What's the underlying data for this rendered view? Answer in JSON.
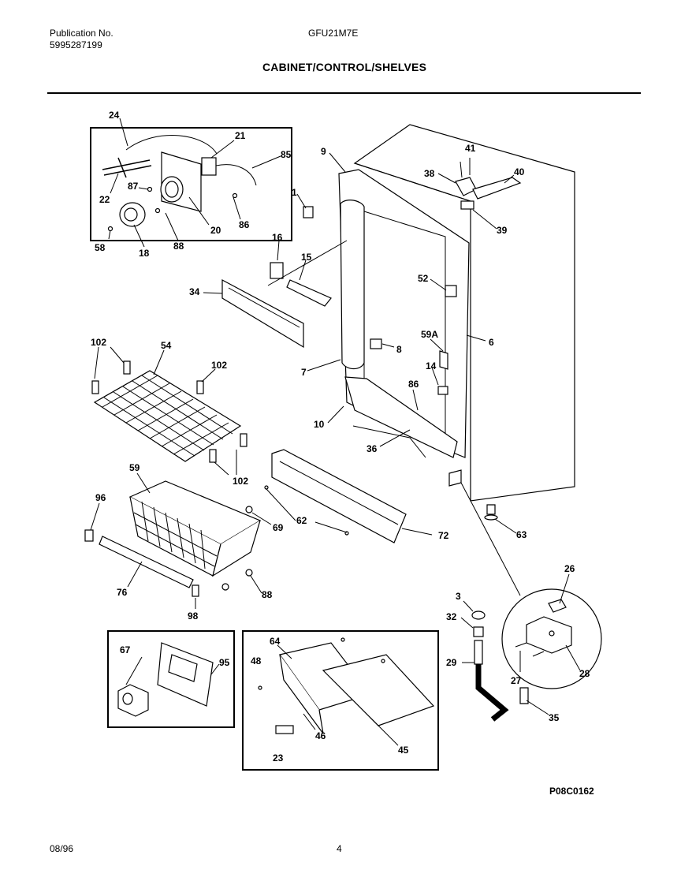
{
  "header": {
    "publication_label": "Publication No.",
    "publication_number": "5995287199",
    "model": "GFU21M7E",
    "title": "CABINET/CONTROL/SHELVES"
  },
  "footer": {
    "date": "08/96",
    "page": "4",
    "figure_code": "P08C0162"
  },
  "callouts": {
    "c24": "24",
    "c21": "21",
    "c85": "85",
    "c22": "22",
    "c87": "87",
    "c20": "20",
    "c86a": "86",
    "c58": "58",
    "c18": "18",
    "c88a": "88",
    "c9": "9",
    "c41": "41",
    "c38": "38",
    "c40": "40",
    "c39": "39",
    "c1": "1",
    "c16": "16",
    "c15": "15",
    "c52": "52",
    "c34": "34",
    "c102a": "102",
    "c54": "54",
    "c102b": "102",
    "c59a": "59A",
    "c8": "8",
    "c6": "6",
    "c14": "14",
    "c7": "7",
    "c86b": "86",
    "c10": "10",
    "c36": "36",
    "c102c": "102",
    "c59": "59",
    "c96": "96",
    "c69": "69",
    "c62": "62",
    "c72": "72",
    "c63": "63",
    "c76": "76",
    "c88b": "88",
    "c98": "98",
    "c26": "26",
    "c3": "3",
    "c32": "32",
    "c67": "67",
    "c64": "64",
    "c95": "95",
    "c48": "48",
    "c29": "29",
    "c27": "27",
    "c28": "28",
    "c46": "46",
    "c35": "35",
    "c45": "45",
    "c23": "23"
  }
}
